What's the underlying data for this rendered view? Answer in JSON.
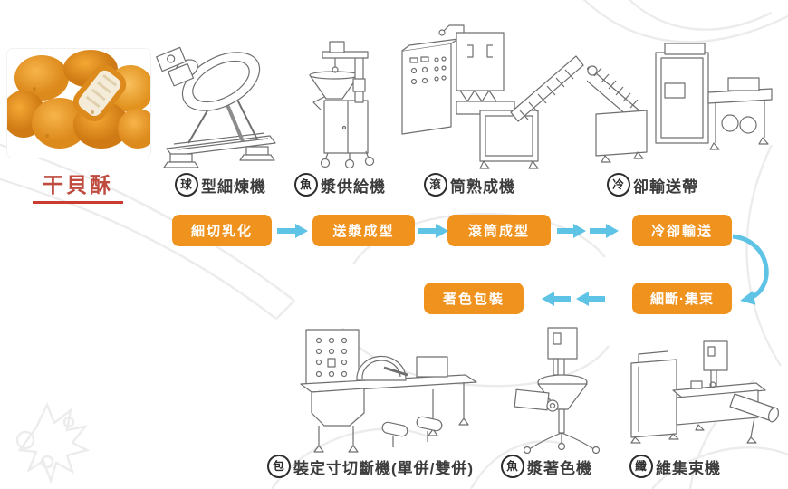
{
  "title": {
    "text": "干貝酥"
  },
  "colors": {
    "flow_box_orange": "#F0931E",
    "arrow_blue": "#5FC3E6",
    "title_red": "#BF4A3D",
    "underline_red": "#CC3B2F",
    "label_dark": "#3C3C3C",
    "machine_line_gray": "#6F6F6F",
    "watermark_gray": "#E9E9E9"
  },
  "top_machines": [
    {
      "badge": "球",
      "label": "型細煉機"
    },
    {
      "badge": "魚",
      "label": "漿供給機"
    },
    {
      "badge": "滾",
      "label": "筒熟成機"
    },
    {
      "badge": "冷",
      "label": "卻輸送帶"
    }
  ],
  "bottom_machines": [
    {
      "badge": "包",
      "label": "裝定寸切斷機(單併/雙併)"
    },
    {
      "badge": "魚",
      "label": "漿著色機"
    },
    {
      "badge": "纖",
      "label": "維集束機"
    }
  ],
  "flow_row1": [
    "細切乳化",
    "送漿成型",
    "滾筒成型",
    "冷卻輸送"
  ],
  "flow_row2": [
    "著色包裝",
    "細斷·集束"
  ]
}
